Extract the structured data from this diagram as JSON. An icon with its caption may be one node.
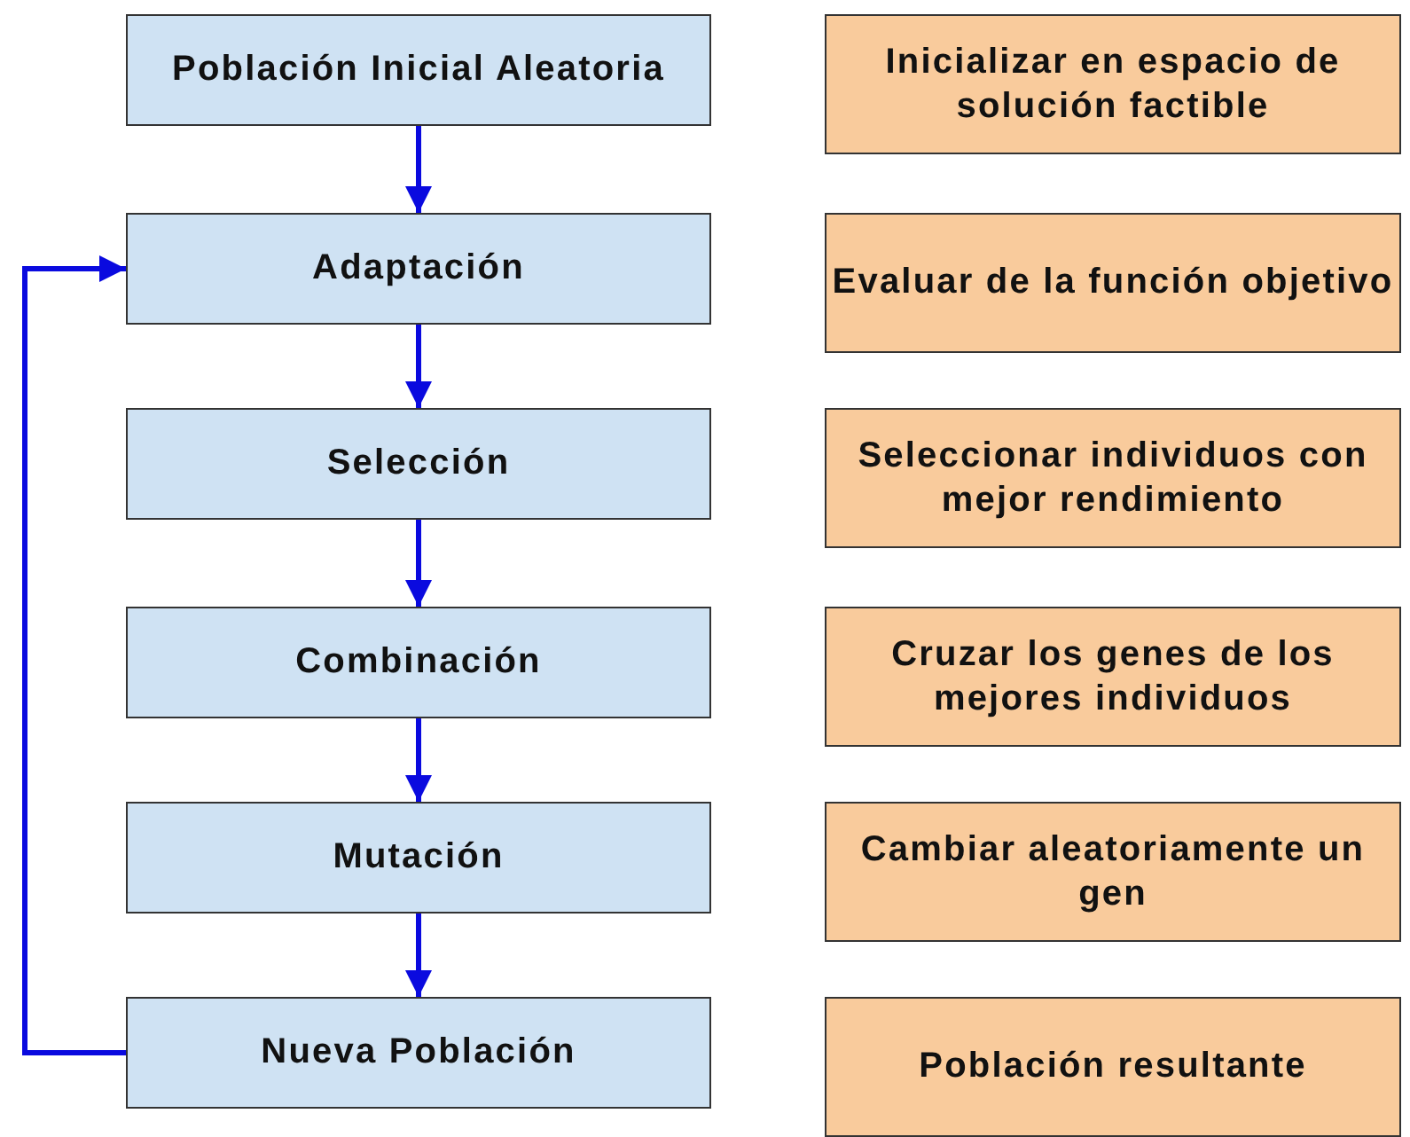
{
  "diagram": {
    "nodes": [
      {
        "text": [
          "Población Inicial Aleatoria"
        ]
      },
      {
        "text": [
          "Inicializar en espacio de solución factible"
        ]
      },
      {
        "text": [
          "Adaptación"
        ]
      },
      {
        "text": [
          "Evaluar de la función objetivo"
        ]
      },
      {
        "text": [
          "Selección"
        ]
      },
      {
        "text": [
          "Seleccionar individuos con mejor rendimiento"
        ]
      },
      {
        "text": [
          "Combinación"
        ]
      },
      {
        "text": [
          "Cruzar los genes de los mejores individuos"
        ]
      },
      {
        "text": [
          "Mutación"
        ]
      },
      {
        "text": [
          "Cambiar aleatoriamente un gen"
        ]
      },
      {
        "text": [
          "Nueva Población"
        ]
      },
      {
        "text": [
          "Población resultante"
        ]
      }
    ],
    "edges": [
      {
        "from": 0,
        "to": 2,
        "arrow": "to"
      },
      {
        "from": 2,
        "to": 4,
        "arrow": "to"
      },
      {
        "from": 4,
        "to": 6,
        "arrow": "to"
      },
      {
        "from": 6,
        "to": 8,
        "arrow": "to"
      },
      {
        "from": 8,
        "to": 10,
        "arrow": "to"
      },
      {
        "from": 10,
        "to": 2,
        "arrow": "to"
      }
    ]
  }
}
